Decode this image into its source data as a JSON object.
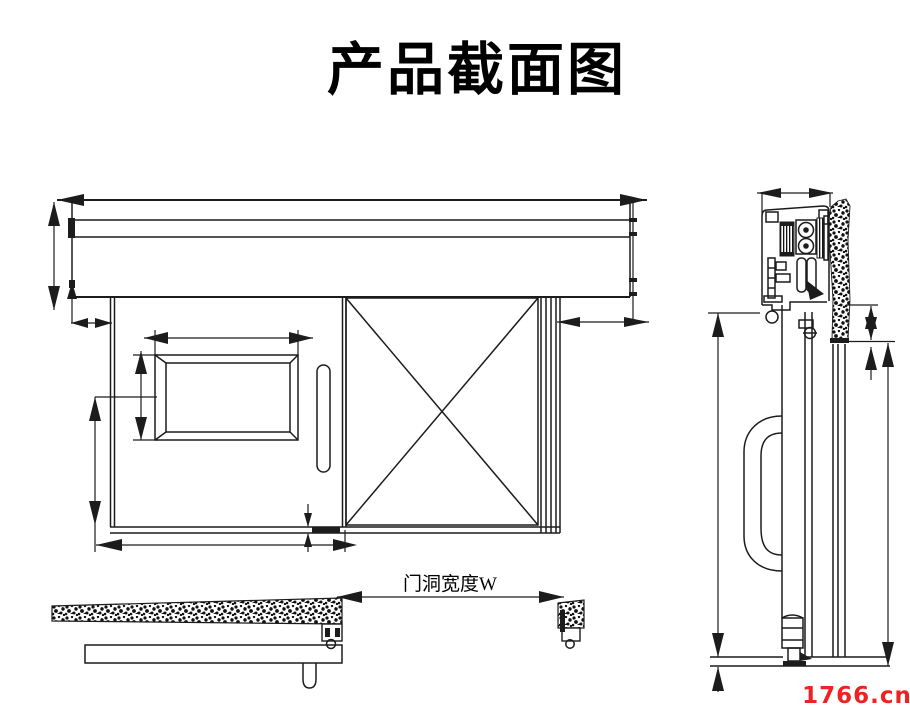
{
  "title": "产品截面图",
  "diagram": {
    "dimension_label": "门洞宽度W",
    "line_color": "#1c1c1c",
    "background": "#ffffff"
  },
  "watermark": {
    "text": "1766.cn",
    "color": "#ee2222"
  }
}
